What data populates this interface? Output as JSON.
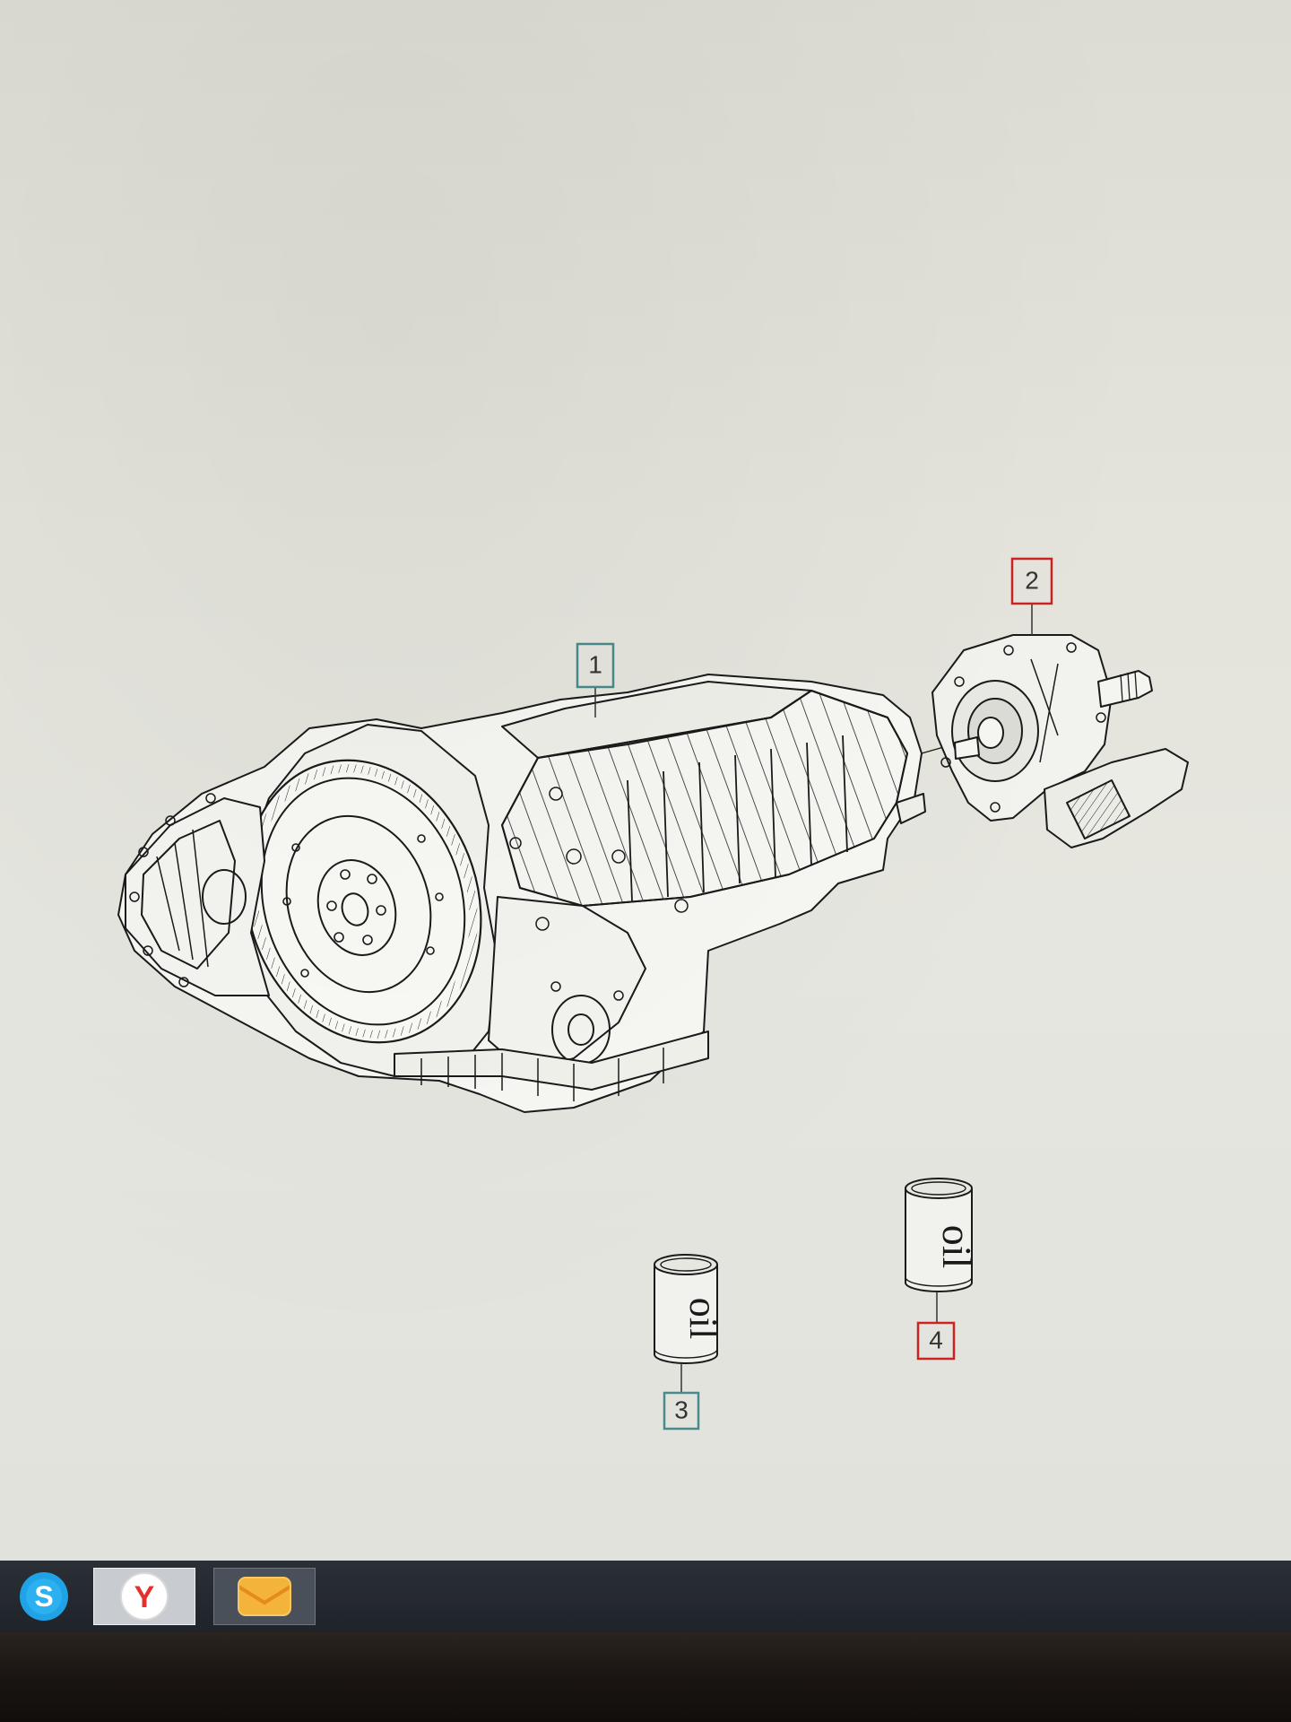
{
  "diagram": {
    "callouts": [
      {
        "label": "1",
        "color": "#4a8a8a"
      },
      {
        "label": "2",
        "color": "#cc2222"
      },
      {
        "label": "3",
        "color": "#4a8a8a"
      },
      {
        "label": "4",
        "color": "#cc2222"
      }
    ]
  },
  "taskbar": {
    "apps": [
      {
        "icon": "skype-icon",
        "glyph": "S"
      },
      {
        "icon": "yandex-browser-icon",
        "glyph": "Y"
      },
      {
        "icon": "mail-icon",
        "glyph": ""
      }
    ]
  }
}
